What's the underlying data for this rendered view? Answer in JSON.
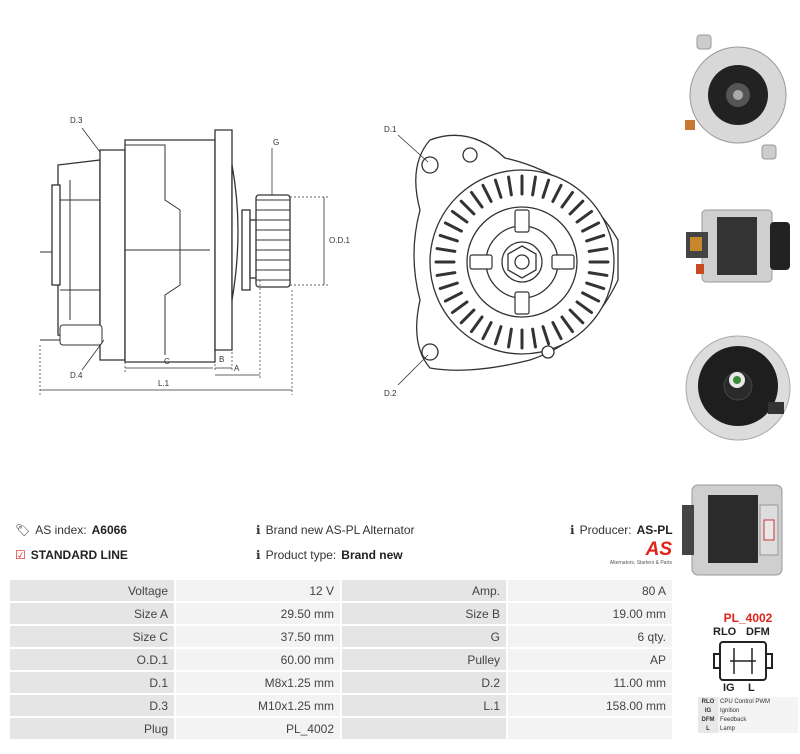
{
  "header": {
    "as_index_label": "AS index:",
    "as_index_value": "A6066",
    "description": "Brand new AS-PL Alternator",
    "producer_label": "Producer:",
    "producer_value": "AS-PL",
    "line_label": "STANDARD LINE",
    "product_type_label": "Product type:",
    "product_type_value": "Brand new",
    "logo_text": "AS",
    "logo_tagline": "Alternators, Starters & Parts"
  },
  "drawing": {
    "labels": {
      "d3": "D.3",
      "d4": "D.4",
      "g": "G",
      "od1": "O.D.1",
      "c": "C",
      "b": "B",
      "a": "A",
      "l1": "L.1",
      "d1": "D.1",
      "d2": "D.2"
    }
  },
  "specs": {
    "rows": [
      {
        "l1": "Voltage",
        "v1": "12 V",
        "l2": "Amp.",
        "v2": "80 A"
      },
      {
        "l1": "Size A",
        "v1": "29.50 mm",
        "l2": "Size B",
        "v2": "19.00 mm"
      },
      {
        "l1": "Size C",
        "v1": "37.50 mm",
        "l2": "G",
        "v2": "6 qty."
      },
      {
        "l1": "O.D.1",
        "v1": "60.00 mm",
        "l2": "Pulley",
        "v2": "AP"
      },
      {
        "l1": "D.1",
        "v1": "M8x1.25 mm",
        "l2": "D.2",
        "v2": "11.00 mm"
      },
      {
        "l1": "D.3",
        "v1": "M10x1.25 mm",
        "l2": "L.1",
        "v2": "158.00 mm"
      },
      {
        "l1": "Plug",
        "v1": "PL_4002",
        "l2": "",
        "v2": ""
      }
    ]
  },
  "plug": {
    "title": "PL_4002",
    "pins_top": [
      "RLO",
      "DFM"
    ],
    "pins_bottom": [
      "IG",
      "L"
    ],
    "legend": [
      {
        "key": "RLO",
        "value": "CPU Control PWM"
      },
      {
        "key": "IG",
        "value": "Ignition"
      },
      {
        "key": "DFM",
        "value": "Feedback"
      },
      {
        "key": "L",
        "value": "Lamp"
      }
    ]
  },
  "colors": {
    "brand_red": "#e2231a",
    "label_bg": "#e5e5e5",
    "value_bg": "#f3f3f3"
  }
}
